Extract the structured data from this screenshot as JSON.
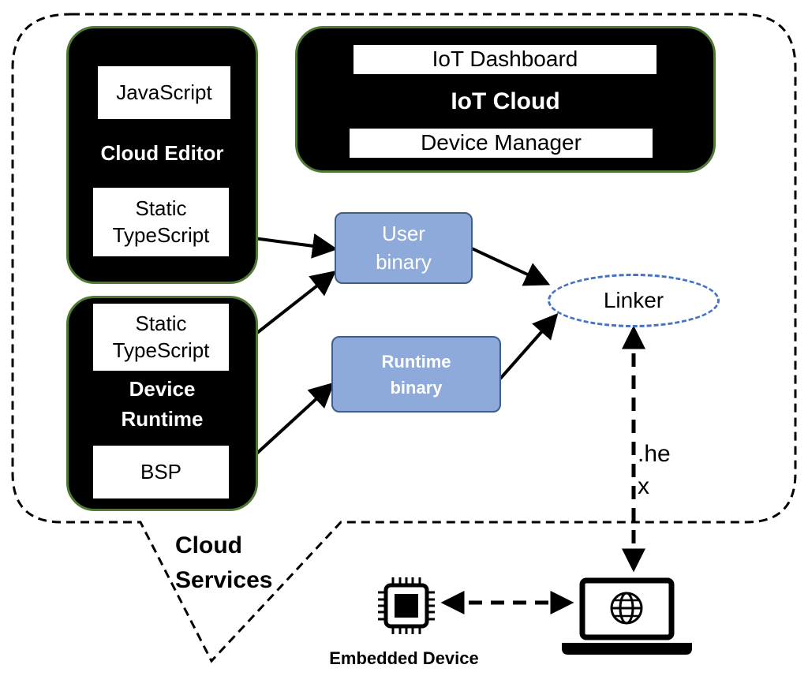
{
  "cloud_services": {
    "line1": "Cloud",
    "line2": "Services"
  },
  "cloud_editor": {
    "title": "Cloud Editor",
    "box1": "JavaScript",
    "box2_line1": "Static",
    "box2_line2": "TypeScript"
  },
  "iot_cloud": {
    "title": "IoT Cloud",
    "top_box": "IoT Dashboard",
    "bottom_box": "Device Manager"
  },
  "device_runtime": {
    "title_line1": "Device",
    "title_line2": "Runtime",
    "box1_line1": "Static",
    "box1_line2": "TypeScript",
    "box2": "BSP"
  },
  "user_binary": {
    "line1": "User",
    "line2": "binary"
  },
  "runtime_binary": {
    "line1": "Runtime",
    "line2": "binary"
  },
  "linker": {
    "label": "Linker"
  },
  "hex_label": {
    "line1": ".he",
    "line2": "x"
  },
  "embedded_device": {
    "label": "Embedded Device",
    "icon": "chip-icon"
  },
  "laptop": {
    "icon": "laptop-globe-icon"
  },
  "colors": {
    "panel_fill": "#000000",
    "panel_border": "#4e7a34",
    "binary_fill": "#8eaadb",
    "linker_border": "#4472c4"
  }
}
